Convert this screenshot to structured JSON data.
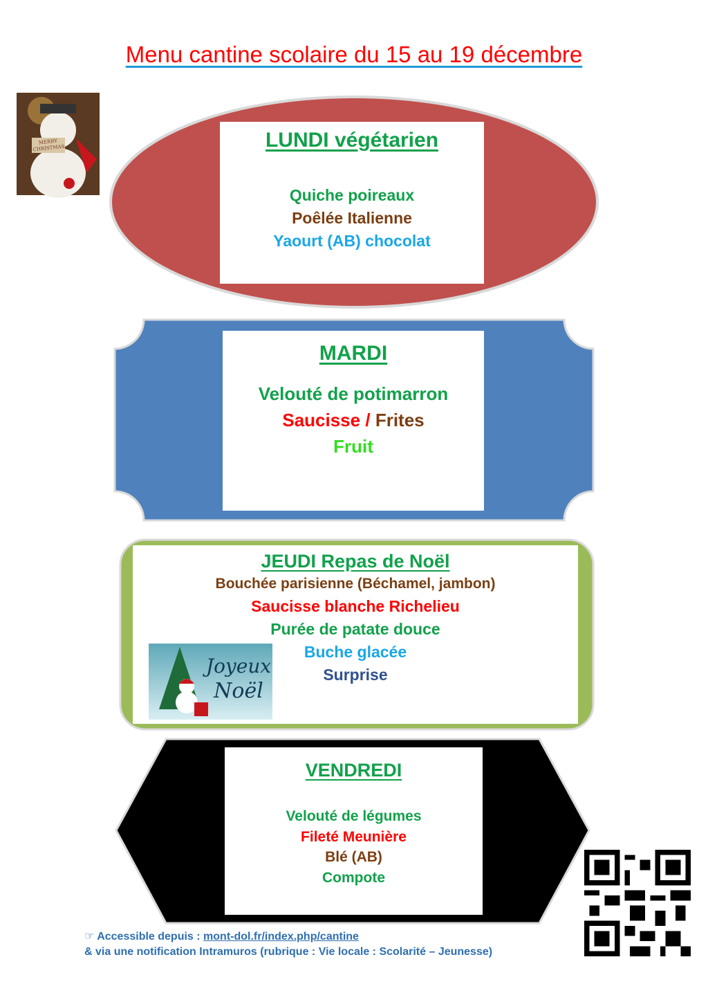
{
  "title": "Menu cantine scolaire du 15 au 19 décembre",
  "colors": {
    "red_shape": "#c0504d",
    "blue_shape": "#4f81bd",
    "green_border": "#9bbb59",
    "black_shape": "#000000"
  },
  "images": {
    "snowman": "MERRY CHRISTMAS",
    "joyeux_noel": "Joyeux Noël"
  },
  "lundi": {
    "day": "LUNDI végétarien",
    "items": [
      "Quiche poireaux",
      "Poêlée Italienne",
      "Yaourt (AB) chocolat"
    ]
  },
  "mardi": {
    "day": "MARDI",
    "items": [
      "Velouté de potimarron",
      "Saucisse",
      "/",
      "Frites",
      "Fruit"
    ]
  },
  "jeudi": {
    "day": "JEUDI Repas de Noël",
    "items": [
      "Bouchée parisienne (Béchamel, jambon)",
      "Saucisse blanche Richelieu",
      "Purée de patate douce",
      "Buche glacée",
      "Surprise"
    ]
  },
  "vendredi": {
    "day": "VENDREDI",
    "items": [
      "Velouté de légumes",
      "Fileté Meunière",
      "Blé (AB)",
      "Compote"
    ]
  },
  "footer": {
    "icon": "pointing-hand-icon",
    "hand": "☞",
    "prefix": "Accessible depuis :",
    "link": "mont-dol.fr/index.php/cantine",
    "line2": "& via une notification Intramuros (rubrique : Vie locale : Scolarité – Jeunesse)"
  }
}
